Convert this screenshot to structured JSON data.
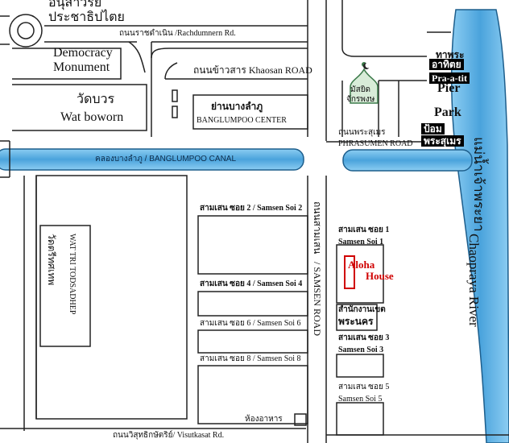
{
  "colors": {
    "water": "#5aaee0",
    "road_line": "#222222",
    "hotel": "#d00000",
    "mosque": "#4c8a5a"
  },
  "top_landmark": {
    "thai_line1": "อนุสาวรีย",
    "thai_line2": "ประชาธิปไตย"
  },
  "roads": {
    "rachdumnern": "ถนนราชดำเนิน /Rachdumnern Rd.",
    "khaosan": "ถนนข้าวสาร Khaosan ROAD",
    "phrasumen_thai": "ถนนพระสุเมร",
    "phrasumen_en": "PHRASUMEN ROAD",
    "samsen_thai": "ถนนสามเสน",
    "samsen_en": "/ SAMSEN ROAD",
    "visutkasat": "ถนนวิสุทธิกษัตริย์/ Visutkasat Rd."
  },
  "landmarks": {
    "democracy_line1": "Democracy",
    "democracy_line2": "Monument",
    "wat_bowon_thai": "วัดบวร",
    "wat_bowon_en": "Wat boworn",
    "banglumpoo_thai": "ย่านบางลำภู",
    "banglumpoo_en": "BANGLUMPOO CENTER",
    "mosque_thai1": "มัสยิด",
    "mosque_thai2": "จักรพงษ",
    "pier_thai1": "ทาพระ",
    "pier_thai2": "อาทิตย",
    "pier_thai3": "Pra-a-tit",
    "pier_en": "Pier",
    "park_en": "Park",
    "park_thai1": "ป้อม",
    "park_thai2": "พระสุเมร",
    "wat_tri_thai": "วัดตรีทศเทพ",
    "wat_tri_en": "WAT TRI TODSADHEP",
    "district_thai1": "สำนักงานเขต",
    "district_thai2": "พระนคร",
    "restroom": "ห้องอาหาร"
  },
  "canal": {
    "label": "คลองบางลำภู / BANGLUMPOO  CANAL"
  },
  "sois": {
    "soi2": "สามเสน ซอย 2 / Samsen Soi 2",
    "soi4": "สามเสน ซอย 4 / Samsen Soi 4",
    "soi6": "สามเสน ซอย 6 / Samsen Soi 6",
    "soi8": "สามเสน ซอย 8 / Samsen Soi 8",
    "soi1_thai": "สามเสน ซอย 1",
    "soi1_en": "Samsen Soi 1",
    "soi3_thai": "สามเสน ซอย 3",
    "soi3_en": "Samsen Soi 3",
    "soi5_thai": "สามเสน ซอย 5",
    "soi5_en": "Samsen Soi 5"
  },
  "hotel": {
    "line1": "Aloha",
    "line2": "House"
  },
  "river": {
    "thai": "แม่น้ำเจ้าพระยา",
    "en": "Chaopraya River"
  }
}
